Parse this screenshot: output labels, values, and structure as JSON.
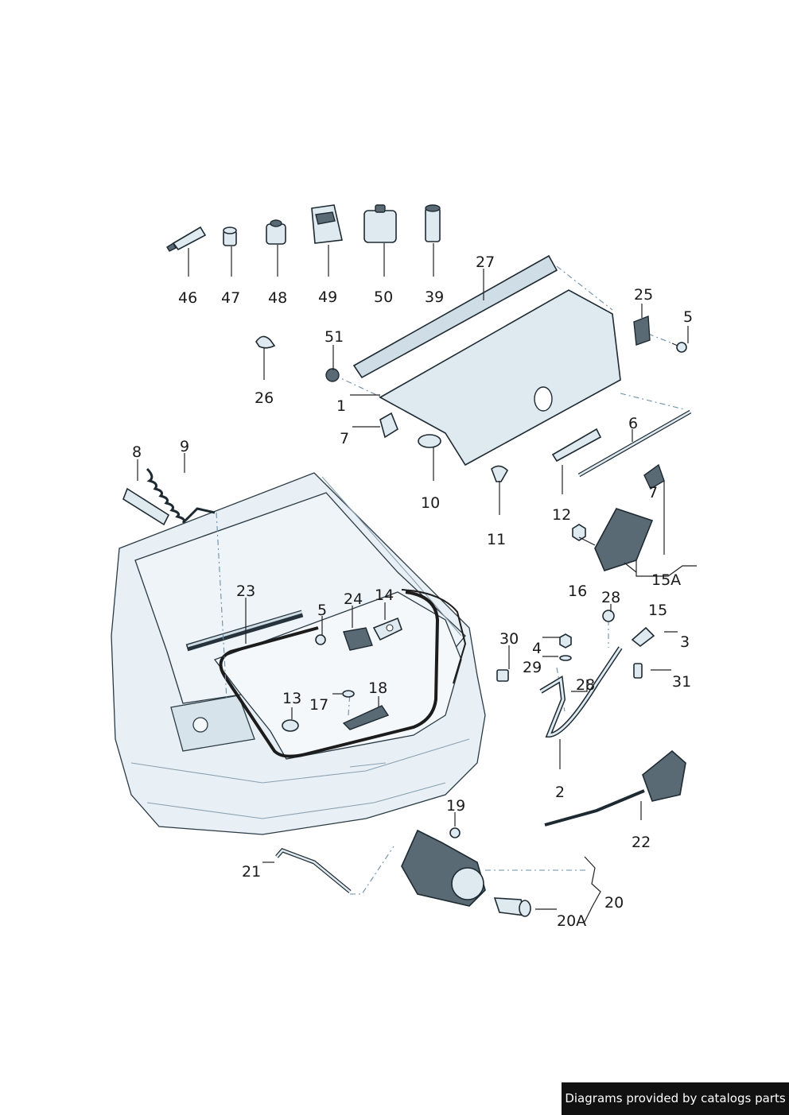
{
  "callouts": [
    {
      "id": "46",
      "text": "46"
    },
    {
      "id": "47",
      "text": "47"
    },
    {
      "id": "48",
      "text": "48"
    },
    {
      "id": "49",
      "text": "49"
    },
    {
      "id": "50",
      "text": "50"
    },
    {
      "id": "39",
      "text": "39"
    },
    {
      "id": "27",
      "text": "27"
    },
    {
      "id": "25",
      "text": "25"
    },
    {
      "id": "5a",
      "text": "5"
    },
    {
      "id": "51",
      "text": "51"
    },
    {
      "id": "26",
      "text": "26"
    },
    {
      "id": "1",
      "text": "1"
    },
    {
      "id": "7a",
      "text": "7"
    },
    {
      "id": "6",
      "text": "6"
    },
    {
      "id": "10",
      "text": "10"
    },
    {
      "id": "11",
      "text": "11"
    },
    {
      "id": "12",
      "text": "12"
    },
    {
      "id": "7b",
      "text": "7"
    },
    {
      "id": "8",
      "text": "8"
    },
    {
      "id": "9",
      "text": "9"
    },
    {
      "id": "16",
      "text": "16"
    },
    {
      "id": "15A",
      "text": "15A"
    },
    {
      "id": "23",
      "text": "23"
    },
    {
      "id": "24",
      "text": "24"
    },
    {
      "id": "14",
      "text": "14"
    },
    {
      "id": "5b",
      "text": "5"
    },
    {
      "id": "28a",
      "text": "28"
    },
    {
      "id": "15",
      "text": "15"
    },
    {
      "id": "3",
      "text": "3"
    },
    {
      "id": "30",
      "text": "30"
    },
    {
      "id": "4",
      "text": "4"
    },
    {
      "id": "29",
      "text": "29"
    },
    {
      "id": "28b",
      "text": "28"
    },
    {
      "id": "31",
      "text": "31"
    },
    {
      "id": "13",
      "text": "13"
    },
    {
      "id": "17",
      "text": "17"
    },
    {
      "id": "18",
      "text": "18"
    },
    {
      "id": "2",
      "text": "2"
    },
    {
      "id": "22",
      "text": "22"
    },
    {
      "id": "19",
      "text": "19"
    },
    {
      "id": "21",
      "text": "21"
    },
    {
      "id": "20",
      "text": "20"
    },
    {
      "id": "20A",
      "text": "20A"
    }
  ],
  "footer": {
    "text": "Diagrams provided by catalogs parts"
  },
  "colors": {
    "part_fill": "#dfe9f0",
    "outline": "#1e2a32",
    "footer_bg": "#111111"
  }
}
